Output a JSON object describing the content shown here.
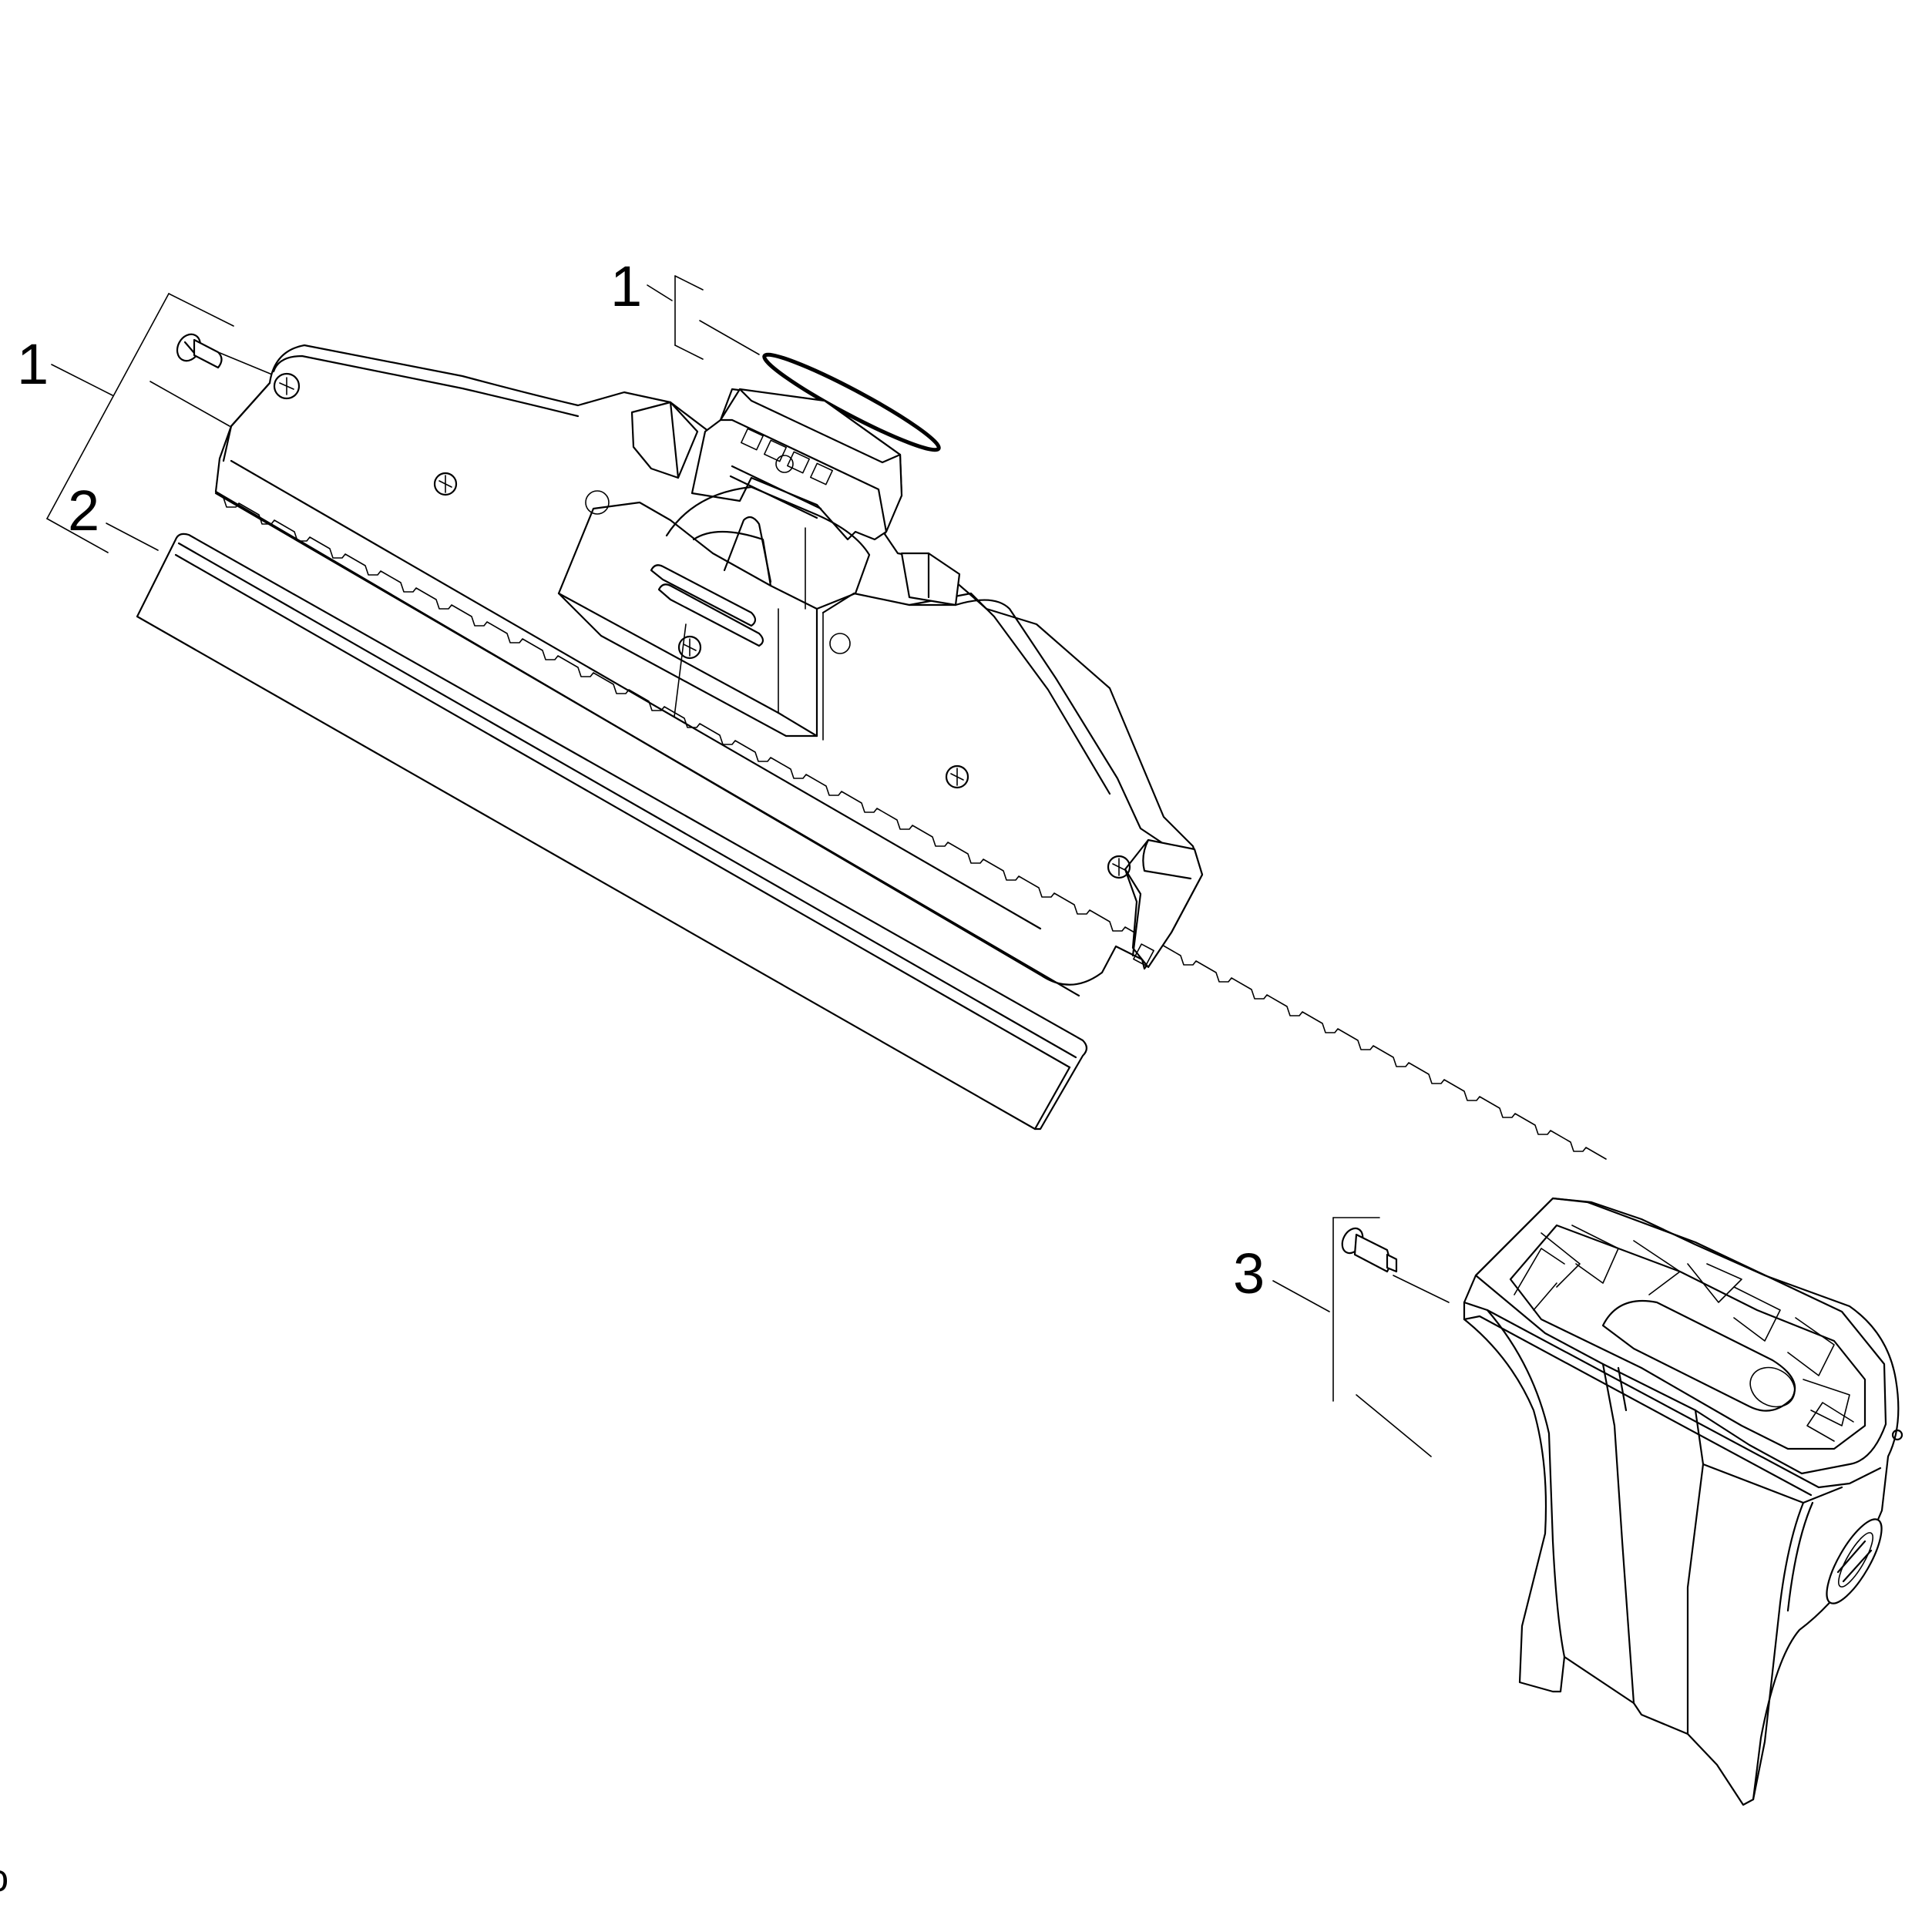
{
  "callouts": [
    {
      "id": "callout-1-screw",
      "label": "1"
    },
    {
      "id": "callout-1-seal",
      "label": "1"
    },
    {
      "id": "callout-2-blade",
      "label": "2"
    },
    {
      "id": "callout-3-pin",
      "label": "3"
    }
  ],
  "edge_mark": "ɔ",
  "colors": {
    "line": "#000000",
    "background": "#ffffff"
  }
}
